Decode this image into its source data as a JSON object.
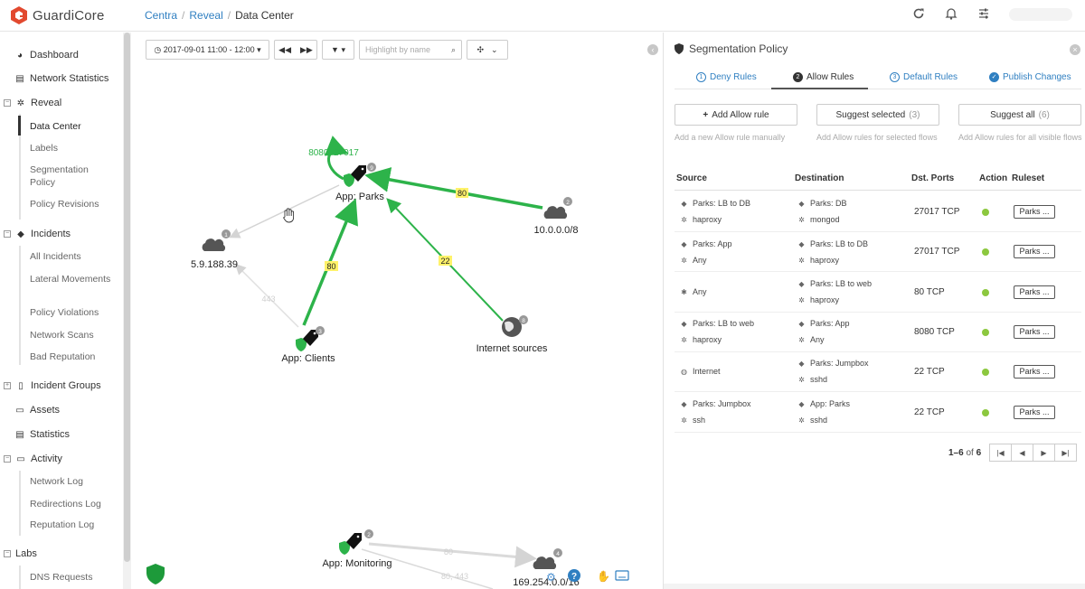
{
  "header": {
    "app_name": "GuardiCore",
    "breadcrumb": [
      "Centra",
      "Reveal",
      "Data Center"
    ],
    "icons": [
      "refresh-icon",
      "bell-icon",
      "sliders-icon"
    ]
  },
  "sidebar": {
    "dashboard": "Dashboard",
    "network_statistics": "Network Statistics",
    "reveal": "Reveal",
    "reveal_items": [
      "Data Center",
      "Labels",
      "Segmentation Policy",
      "Policy Revisions"
    ],
    "incidents": "Incidents",
    "incident_items": [
      "All Incidents",
      "Lateral Movements",
      "Policy Violations",
      "Network Scans",
      "Bad Reputation"
    ],
    "incident_groups": "Incident Groups",
    "assets": "Assets",
    "statistics": "Statistics",
    "activity": "Activity",
    "activity_items": [
      "Network Log",
      "Redirections Log",
      "Reputation Log"
    ],
    "labs": "Labs",
    "labs_items": [
      "DNS Requests"
    ]
  },
  "toolbar": {
    "time_range": "2017-09-01 11:00 - 12:00",
    "search_placeholder": "Highlight by name"
  },
  "graph": {
    "nodes": {
      "parks": "App: Parks",
      "clients": "App: Clients",
      "ext_ip": "5.9.188.39",
      "subnet": "10.0.0.0/8",
      "internet": "Internet sources",
      "monitoring": "App: Monitoring",
      "bottom_ip": "169.254.0.0/16"
    },
    "badges": {
      "parks": "9",
      "clients": "3",
      "ext_ip": "1",
      "subnet": "2",
      "internet": "8",
      "monitoring": "2",
      "bottom_ip": "4"
    },
    "edge_labels": {
      "self_loop": "8080, 27017",
      "subnet_to_parks": "80",
      "clients_to_parks": "80",
      "internet_to_parks": "22",
      "clients_to_ext": "443",
      "monitoring_80": "80",
      "monitoring_80_443": "80, 443"
    },
    "colors": {
      "allowed": "#2db34a",
      "inactive": "#d4d4d4",
      "label_bg": "#fff26a",
      "shield": "#1d9a3a"
    }
  },
  "panel": {
    "title": "Segmentation Policy",
    "tabs": [
      {
        "label": "Deny Rules",
        "num": "1"
      },
      {
        "label": "Allow Rules",
        "num": "2"
      },
      {
        "label": "Default Rules",
        "num": "3"
      },
      {
        "label": "Publish Changes",
        "num": "✓"
      }
    ],
    "actions": [
      {
        "label": "Add Allow rule",
        "count": "",
        "help": "Add a new Allow rule manually"
      },
      {
        "label": "Suggest selected",
        "count": "(3)",
        "help": "Add Allow rules for selected flows"
      },
      {
        "label": "Suggest all",
        "count": "(6)",
        "help": "Add Allow rules for all visible flows"
      }
    ],
    "columns": [
      "Source",
      "Destination",
      "Dst. Ports",
      "Action",
      "Ruleset"
    ],
    "rows": [
      {
        "src1": "Parks: LB to DB",
        "src2": "haproxy",
        "dst1": "Parks: DB",
        "dst2": "mongod",
        "ports": "27017  TCP",
        "ruleset": "Parks ..."
      },
      {
        "src1": "Parks: App",
        "src2": "Any",
        "dst1": "Parks: LB to DB",
        "dst2": "haproxy",
        "ports": "27017  TCP",
        "ruleset": "Parks ..."
      },
      {
        "src1": "Any",
        "src2": "",
        "dst1": "Parks: LB to web",
        "dst2": "haproxy",
        "ports": "80  TCP",
        "ruleset": "Parks ..."
      },
      {
        "src1": "Parks: LB to web",
        "src2": "haproxy",
        "dst1": "Parks: App",
        "dst2": "Any",
        "ports": "8080  TCP",
        "ruleset": "Parks ..."
      },
      {
        "src1": "Internet",
        "src2": "",
        "dst1": "Parks: Jumpbox",
        "dst2": "sshd",
        "ports": "22  TCP",
        "ruleset": "Parks ..."
      },
      {
        "src1": "Parks: Jumpbox",
        "src2": "ssh",
        "dst1": "App: Parks",
        "dst2": "sshd",
        "ports": "22  TCP",
        "ruleset": "Parks ..."
      }
    ],
    "pager": {
      "range": "1–6",
      "of": "of",
      "total": "6"
    }
  }
}
